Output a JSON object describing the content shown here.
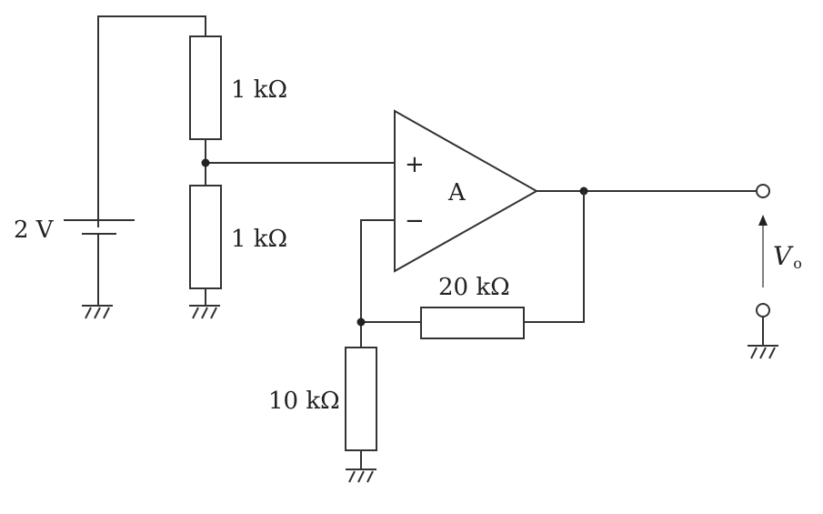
{
  "source": {
    "label": "2 V"
  },
  "resistors": {
    "r_top": "1 kΩ",
    "r_bottom": "1 kΩ",
    "r_feedback": "20 kΩ",
    "r_ground": "10 kΩ"
  },
  "opamp": {
    "name": "A",
    "plus": "+",
    "minus": "−"
  },
  "output": {
    "symbol": "V",
    "subscript": "o"
  },
  "colors": {
    "wire": "#333333",
    "text": "#222222"
  }
}
